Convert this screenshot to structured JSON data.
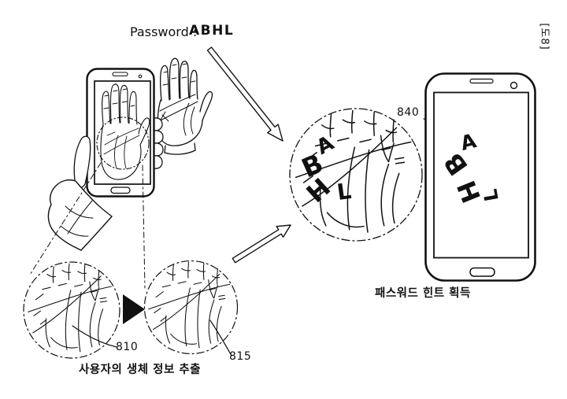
{
  "figure_label": "[도8]",
  "password": {
    "label": "Password :",
    "value": "ABHL"
  },
  "biometric_extraction": {
    "caption": "사용자의 생체 정보 추출",
    "ref_left": "810",
    "ref_right": "815"
  },
  "magnified_palm": {
    "ref": "840",
    "letters": [
      "A",
      "B",
      "H",
      "L"
    ]
  },
  "hint_phone": {
    "caption": "패스워드 힌트 획득",
    "letters": [
      "A",
      "B",
      "H",
      "L"
    ]
  },
  "colors": {
    "ink": "#111111",
    "background": "#ffffff"
  }
}
